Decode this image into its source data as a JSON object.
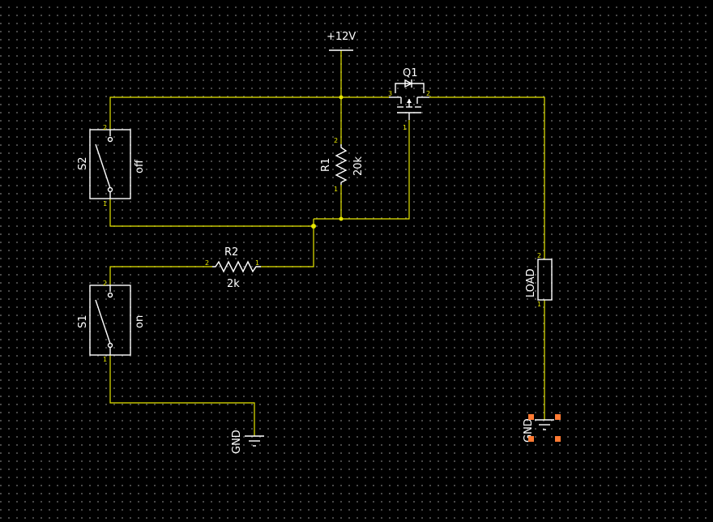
{
  "schematic": {
    "supply": {
      "label": "+12V"
    },
    "switches": [
      {
        "ref": "S2",
        "state": "off",
        "pins": [
          "2",
          "1"
        ]
      },
      {
        "ref": "S1",
        "state": "on",
        "pins": [
          "2",
          "1"
        ]
      }
    ],
    "resistors": [
      {
        "ref": "R1",
        "value": "20k",
        "pins": [
          "2",
          "1"
        ]
      },
      {
        "ref": "R2",
        "value": "2k",
        "pins": [
          "2",
          "1"
        ]
      }
    ],
    "transistor": {
      "ref": "Q1",
      "pins": [
        "3",
        "2",
        "1"
      ]
    },
    "load": {
      "label": "LOAD",
      "pins": [
        "2",
        "1"
      ]
    },
    "grounds": [
      {
        "label": "GND"
      },
      {
        "label": "GND",
        "selected": true
      }
    ],
    "colors": {
      "background": "#000000",
      "wire": "#e6e600",
      "symbol": "#ffffff",
      "selection": "#ff7a33"
    }
  }
}
